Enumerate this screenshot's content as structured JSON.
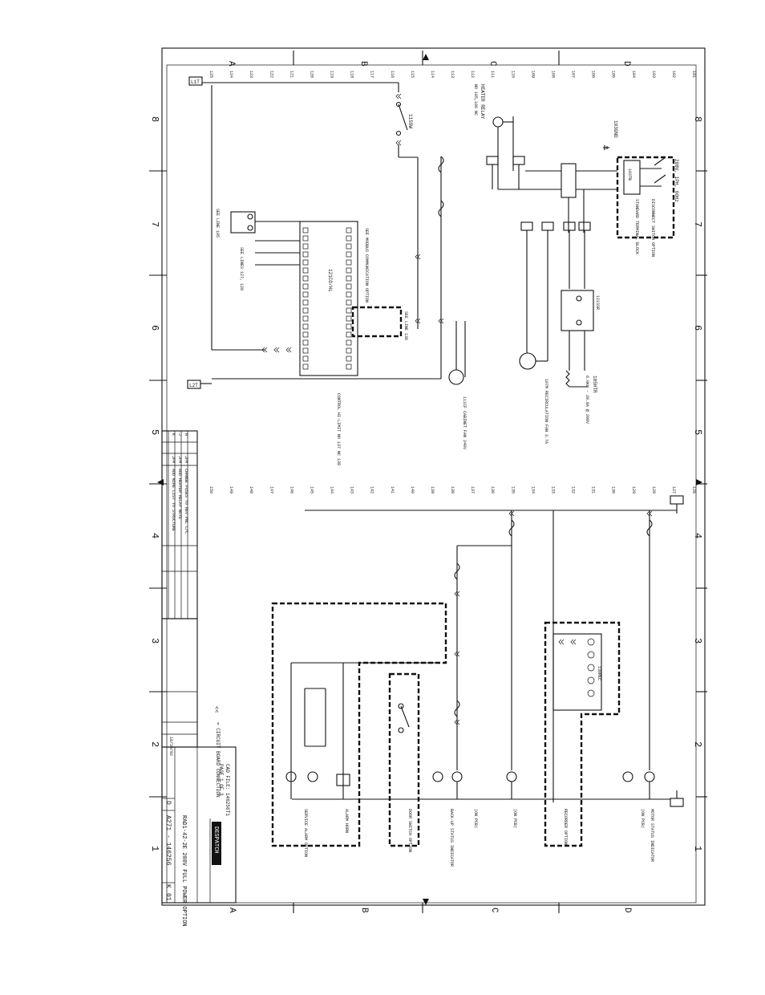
{
  "border": {
    "col_letters": [
      "A",
      "B",
      "C",
      "D"
    ],
    "row_numbers": [
      "8",
      "7",
      "6",
      "5",
      "4",
      "3",
      "2",
      "1"
    ]
  },
  "line_numbers": {
    "left": [
      "125",
      "124",
      "123",
      "122",
      "121",
      "120",
      "119",
      "118",
      "117",
      "116",
      "115",
      "114",
      "113",
      "112",
      "111",
      "110",
      "109",
      "108",
      "107",
      "106",
      "105",
      "104",
      "103",
      "102",
      "101"
    ],
    "right": [
      "150",
      "149",
      "148",
      "147",
      "146",
      "145",
      "144",
      "143",
      "142",
      "141",
      "140",
      "139",
      "138",
      "137",
      "136",
      "135",
      "134",
      "133",
      "132",
      "131",
      "130",
      "129",
      "128",
      "127",
      "126"
    ]
  },
  "components": {
    "supply": "208V, 1PH, 60Hz",
    "l1t": "L1T",
    "l2t": "L2T",
    "heater_relay": "HEATER RELAY",
    "heater_relay_contacts": "NO 105,106 NC",
    "ground": "103GND",
    "terminal_block": "103TB",
    "disconnect": "DISCONNECT SWITCH OPTION",
    "standard_terminal": "STANDARD TERMINAL BLOCK",
    "control_switch": "115SW",
    "ssr": "121SSR",
    "heater": "105HTR",
    "heater_rating": "6.0KW - 28.8A @ 208V",
    "recirc_fan": "107M RECIRCULATION FAN 3.7A",
    "cabinet_fan": "111CF CABINET FAN 240V",
    "control_unit": "CONTROL HI-LIMIT NO 137 NC 138",
    "comm_option": "SEE MODBUS COMMUNICATION OPTION",
    "board": "121CO/HL",
    "see_line": "SEE LINE 105",
    "see_lines": "SEE LINES 127, 128",
    "alarm_panel": "SEE LINE 136",
    "recorder": "130REC",
    "recorder_option": "RECORDER OPTION",
    "motor_status": "MOTOR STATUS INDICATOR",
    "on_pcb": "(ON PCB)",
    "backup_indicator": "BACK-UP STATUS INDICATOR",
    "door_switch": "DOOR SWITCH OPTION",
    "alarm_horn": "ALARM HORN",
    "service_alarm": "SERVICE ALARM OPTION",
    "circuit_board": "= CIRCUIT BOARD CONNECTION"
  },
  "title_block": {
    "company": "DESPATCH",
    "drawing_title": "RAD1-42-2E 208V FULL POWER OPTION",
    "drawing_number": "A271 - 146256",
    "size": "D",
    "rev": "K",
    "sheet": "01",
    "cad_file": "CAD FILE: 146256T1",
    "page": "PAGE 1 OF 3",
    "date": "10/30/92",
    "revision_rows": [
      {
        "rev": "K",
        "desc": "ADD WIRE LIST TO STRUCTURE",
        "by": "JFM"
      },
      {
        "rev": "J",
        "desc": "ADD HEATER RELAY NOTE",
        "by": "JFM"
      },
      {
        "rev": "H",
        "desc": "CHANGE FUSES TO REV PNL L/C",
        "by": "JFM"
      }
    ]
  }
}
